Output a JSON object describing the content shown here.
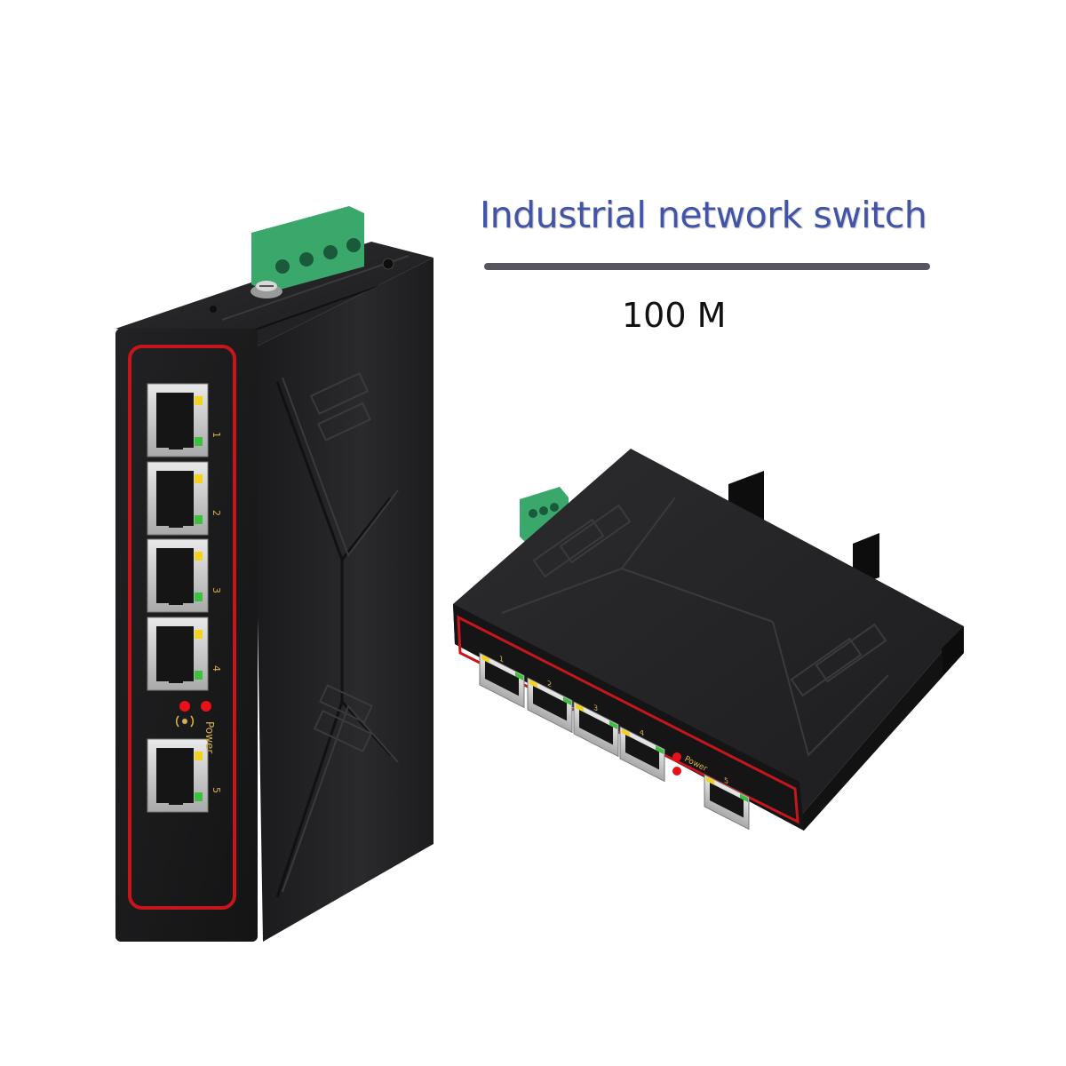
{
  "headline": {
    "text": "Industrial network switch",
    "color": "#4254a7"
  },
  "subheadline": {
    "text": "100 M",
    "color": "#111111"
  },
  "divider_color": "#55565e",
  "colors": {
    "housing": "#1b1b1d",
    "housing_side": "#232326",
    "accent_frame": "#c4161c",
    "terminal_block": "#3aa86b",
    "led_yellow": "#f2d21b",
    "led_green": "#3fbf3f",
    "led_red": "#e8101a",
    "port_label": "#d8b04a"
  },
  "vertical_switch": {
    "port_labels": [
      "1",
      "2",
      "3",
      "4",
      "5"
    ],
    "power_label": "Power"
  },
  "horizontal_switch": {
    "port_labels": [
      "1",
      "2",
      "3",
      "4",
      "5"
    ],
    "power_label": "Power"
  }
}
